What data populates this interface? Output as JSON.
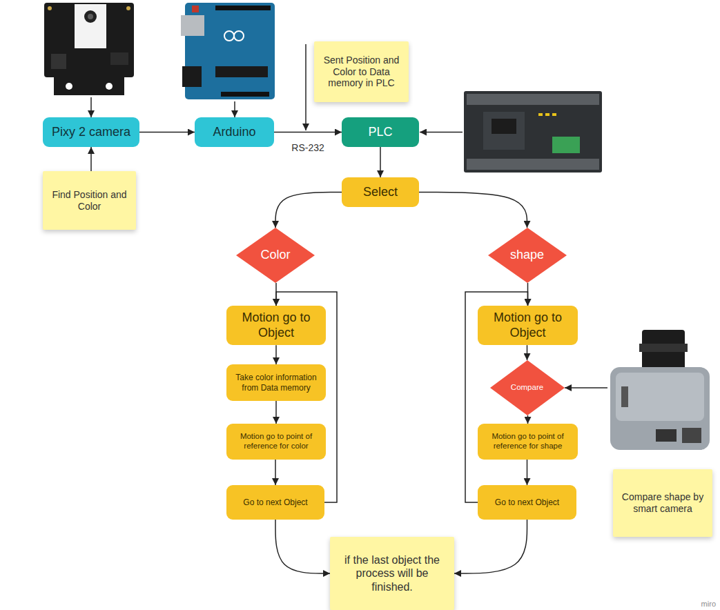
{
  "diagram": {
    "nodes": [
      {
        "text": [
          "Sent Position and Color to Data memory in PLC"
        ]
      },
      {
        "text": [
          "Pixy 2 camera"
        ]
      },
      {
        "text": [
          "Arduino"
        ]
      },
      {
        "text": [
          "PLC"
        ]
      },
      {
        "text": [
          "Find Position and Color"
        ]
      },
      {
        "text": [
          "Select"
        ]
      },
      {
        "text": [
          "Color"
        ]
      },
      {
        "text": [
          "Motion go to Object"
        ]
      },
      {
        "text": [
          "Take color information from Data memory"
        ]
      },
      {
        "text": [
          "Motion go to point of reference for color"
        ]
      },
      {
        "text": [
          "Go to next Object"
        ]
      },
      {
        "text": [
          "shape"
        ]
      },
      {
        "text": [
          "Motion go to Object"
        ]
      },
      {
        "text": [
          "Compare"
        ]
      },
      {
        "text": [
          "Motion go to point of reference for shape"
        ]
      },
      {
        "text": [
          "Go to next Object"
        ]
      },
      {
        "text": [
          "Compare shape by smart camera"
        ]
      },
      {
        "text": [
          "if the last object the process will be finished."
        ]
      }
    ],
    "edges": [
      {
        "from": 4,
        "to": 1,
        "arrow": "to"
      },
      {
        "from": 1,
        "to": 2,
        "arrow": "to"
      },
      {
        "from": 2,
        "to": 3,
        "label": "RS-232",
        "arrow": "to"
      },
      {
        "from": 3,
        "to": 5,
        "arrow": "to"
      },
      {
        "from": 5,
        "to": 6,
        "arrow": "to"
      },
      {
        "from": 5,
        "to": 11,
        "arrow": "to"
      },
      {
        "from": 6,
        "to": 7,
        "arrow": "to"
      },
      {
        "from": 7,
        "to": 8,
        "arrow": "to"
      },
      {
        "from": 8,
        "to": 9,
        "arrow": "to"
      },
      {
        "from": 9,
        "to": 10,
        "arrow": "to"
      },
      {
        "from": 10,
        "to": 7,
        "arrow": "to"
      },
      {
        "from": 10,
        "to": 17,
        "arrow": "to"
      },
      {
        "from": 11,
        "to": 12,
        "arrow": "to"
      },
      {
        "from": 12,
        "to": 13,
        "arrow": "to"
      },
      {
        "from": 13,
        "to": 14,
        "arrow": "to"
      },
      {
        "from": 14,
        "to": 15,
        "arrow": "to"
      },
      {
        "from": 15,
        "to": 12,
        "arrow": "to"
      },
      {
        "from": 15,
        "to": 17,
        "arrow": "to"
      }
    ],
    "labels": [
      "miro"
    ]
  }
}
